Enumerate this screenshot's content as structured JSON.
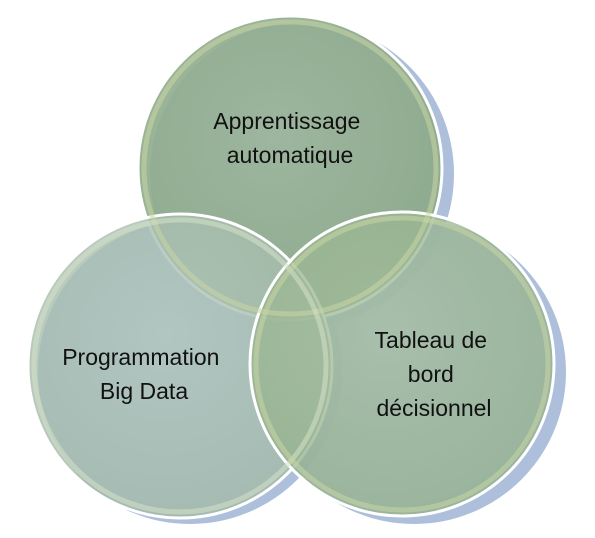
{
  "diagram": {
    "type": "venn-3",
    "circles": [
      {
        "label_lines": [
          "Apprentissage",
          "automatique"
        ],
        "color": "#94B08E"
      },
      {
        "label_lines": [
          "Programmation",
          "Big Data"
        ],
        "color": "#A9BFB0"
      },
      {
        "label_lines": [
          "Tableau de",
          "bord",
          "décisionnel"
        ],
        "color": "#9EB894"
      }
    ],
    "shadow_color": "#9FB4D4",
    "outline_color": "#ffffff"
  }
}
